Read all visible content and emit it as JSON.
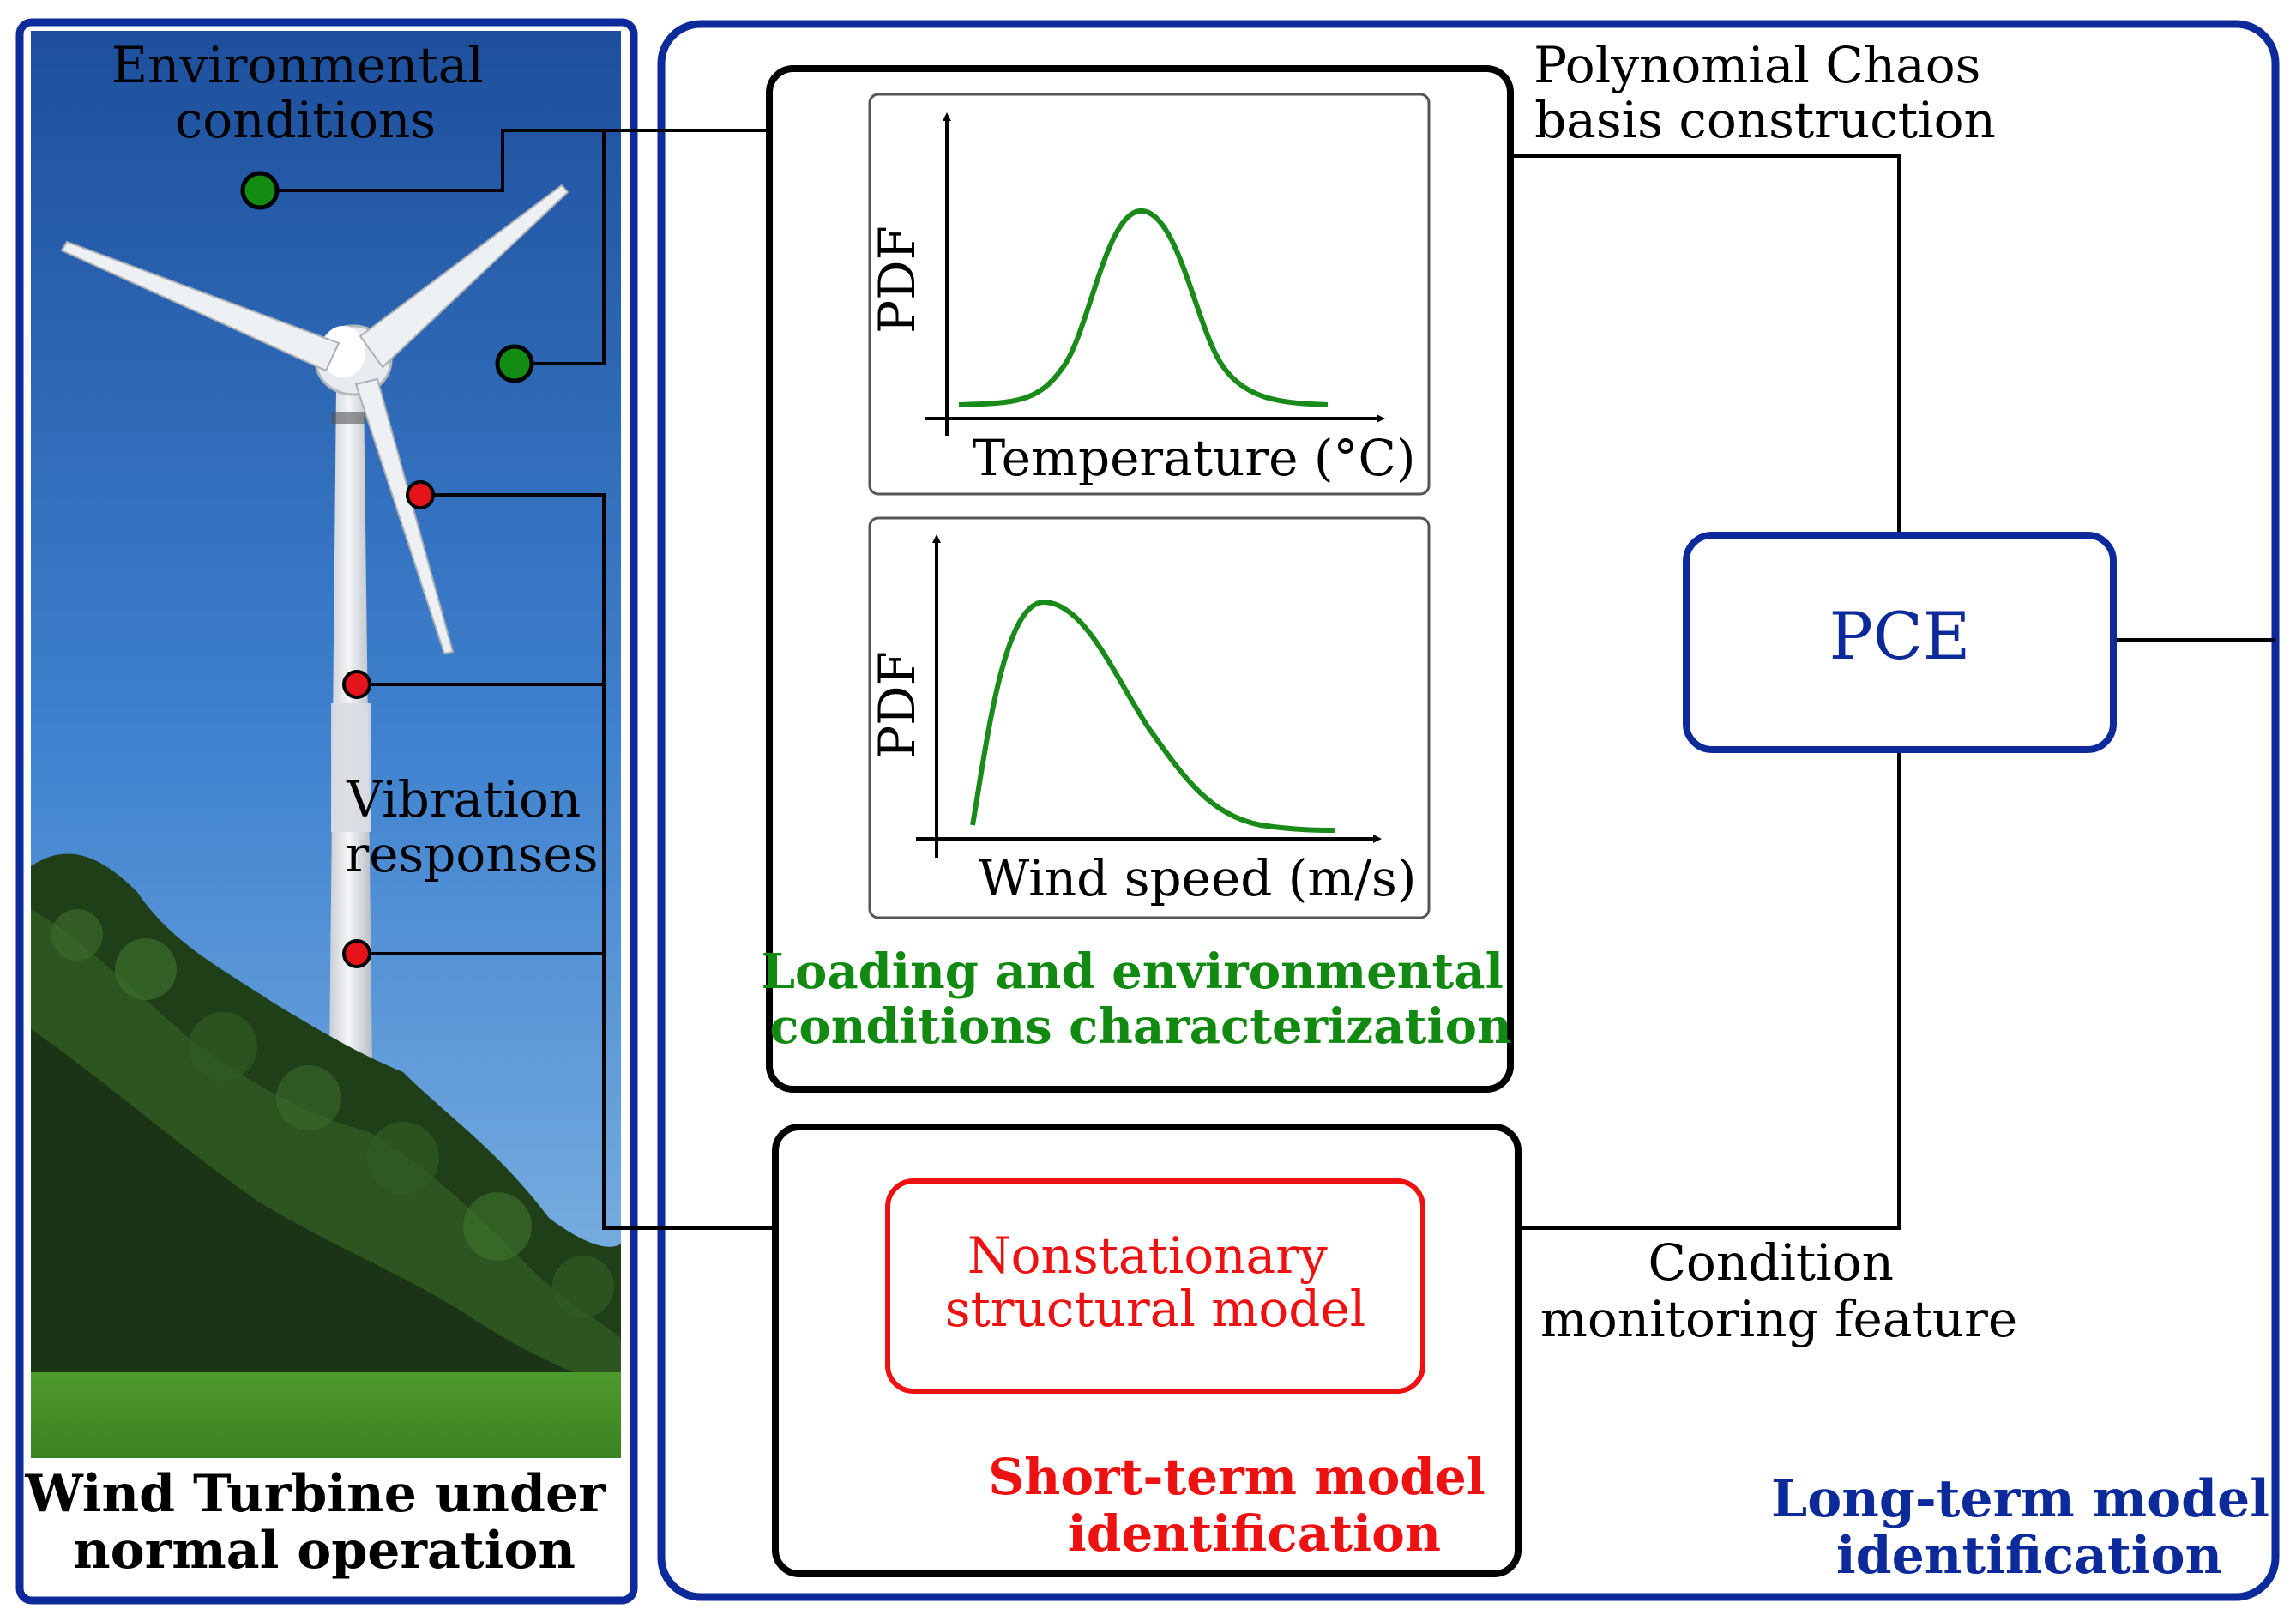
{
  "panels": {
    "wind_turbine": {
      "title_line1": "Wind Turbine under",
      "title_line2": "normal operation",
      "env_label_line1": "Environmental",
      "env_label_line2": "conditions",
      "vib_label_line1": "Vibration",
      "vib_label_line2": "responses"
    },
    "loading_box": {
      "title_line1": "Loading and environmental",
      "title_line2": "conditions characterization",
      "pdf_temperature": {
        "ylabel": "PDF",
        "xlabel": "Temperature (°C)"
      },
      "pdf_wind": {
        "ylabel": "PDF",
        "xlabel": "Wind speed (m/s)"
      }
    },
    "short_term_box": {
      "inner_line1": "Nonstationary",
      "inner_line2": "structural model",
      "title_line1": "Short-term model",
      "title_line2": "identification"
    },
    "long_term": {
      "pce_label": "PCE",
      "pc_basis_line1": "Polynomial Chaos",
      "pc_basis_line2": "basis construction",
      "cm_feature_line1": "Condition",
      "cm_feature_line2": "monitoring feature",
      "title_line1": "Long-term model",
      "title_line2": "identification"
    }
  },
  "colors": {
    "blue": "#0d2a9a",
    "green": "#128a12",
    "red": "#ee1111",
    "black": "#000000",
    "sensor_green": "#138c13",
    "sensor_red": "#e5141b"
  }
}
